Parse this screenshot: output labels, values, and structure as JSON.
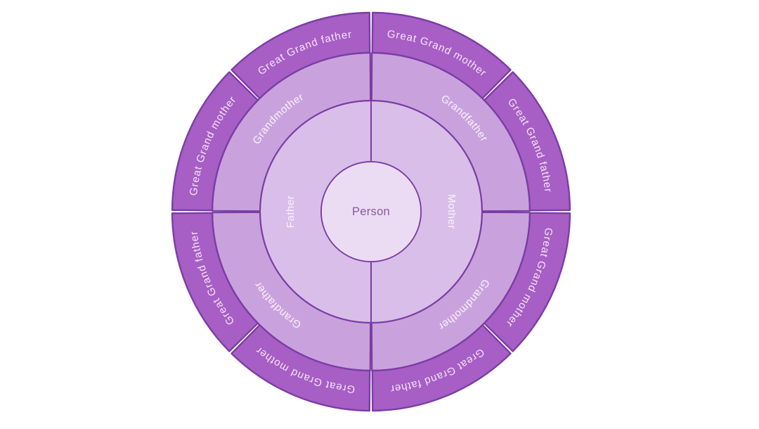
{
  "diagram": {
    "type": "concentric-family-tree-circle",
    "center_label": "Person",
    "rings": [
      {
        "id": "parents",
        "segments": [
          {
            "label": "Mother",
            "start": 0,
            "end": 180
          },
          {
            "label": "Father",
            "start": 180,
            "end": 360
          }
        ]
      },
      {
        "id": "grandparents",
        "segments": [
          {
            "label": "Grandfather",
            "start": 0,
            "end": 90
          },
          {
            "label": "Grandmother",
            "start": 90,
            "end": 180
          },
          {
            "label": "Grandfather",
            "start": 180,
            "end": 270
          },
          {
            "label": "Grandmother",
            "start": 270,
            "end": 360
          }
        ]
      },
      {
        "id": "great-grandparents",
        "segments": [
          {
            "label": "Great Grand mother",
            "start": 0,
            "end": 45
          },
          {
            "label": "Great Grand father",
            "start": 45,
            "end": 90
          },
          {
            "label": "Great Grand mother",
            "start": 90,
            "end": 135
          },
          {
            "label": "Great Grand father",
            "start": 135,
            "end": 180
          },
          {
            "label": "Great Grand mother",
            "start": 180,
            "end": 225
          },
          {
            "label": "Great Grand father",
            "start": 225,
            "end": 270
          },
          {
            "label": "Great Grand mother",
            "start": 270,
            "end": 315
          },
          {
            "label": "Great Grand father",
            "start": 315,
            "end": 360
          }
        ]
      }
    ],
    "colors": {
      "background": "#ffffff",
      "center_fill": "#ecdcf3",
      "ring_fills": [
        "#d9bee9",
        "#c9a2dd",
        "#a75ec5"
      ],
      "stroke": "#7b3da5",
      "center_text": "#8559a4",
      "inner_ring_text": "#fbf2fd",
      "outer_ring_text": "#f5e6f6"
    }
  }
}
